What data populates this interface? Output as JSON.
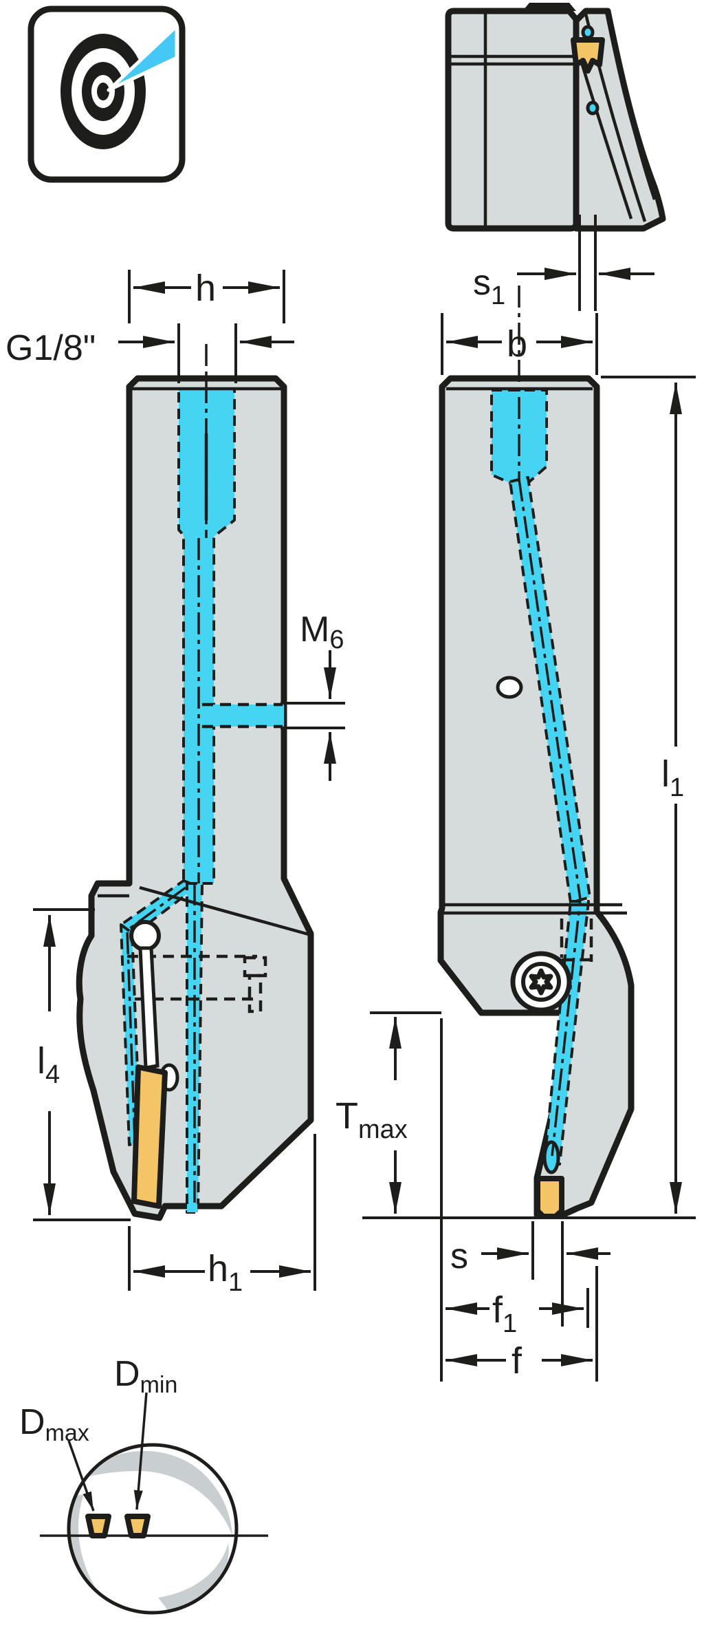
{
  "colors": {
    "line": "#1d1d1b",
    "body": "#d6dbdc",
    "coolant": "#45d5f3",
    "insert": "#f4c566",
    "chip": "#c9cfd0",
    "beam": "#45c8f5"
  },
  "labels": {
    "s1": {
      "main": "s",
      "sub": "1"
    },
    "h": {
      "main": "h",
      "sub": ""
    },
    "g_thread": {
      "main": "G1/8\"",
      "sub": ""
    },
    "m6": {
      "main": "M",
      "sub": "6"
    },
    "l4": {
      "main": "l",
      "sub": "4"
    },
    "h1": {
      "main": "h",
      "sub": "1"
    },
    "b": {
      "main": "b",
      "sub": ""
    },
    "l1": {
      "main": "l",
      "sub": "1"
    },
    "t_max": {
      "main": "T",
      "sub": "max"
    },
    "s": {
      "main": "s",
      "sub": ""
    },
    "f1": {
      "main": "f",
      "sub": "1"
    },
    "f": {
      "main": "f",
      "sub": ""
    },
    "d_max": {
      "main": "D",
      "sub": "max"
    },
    "d_min": {
      "main": "D",
      "sub": "min"
    }
  }
}
